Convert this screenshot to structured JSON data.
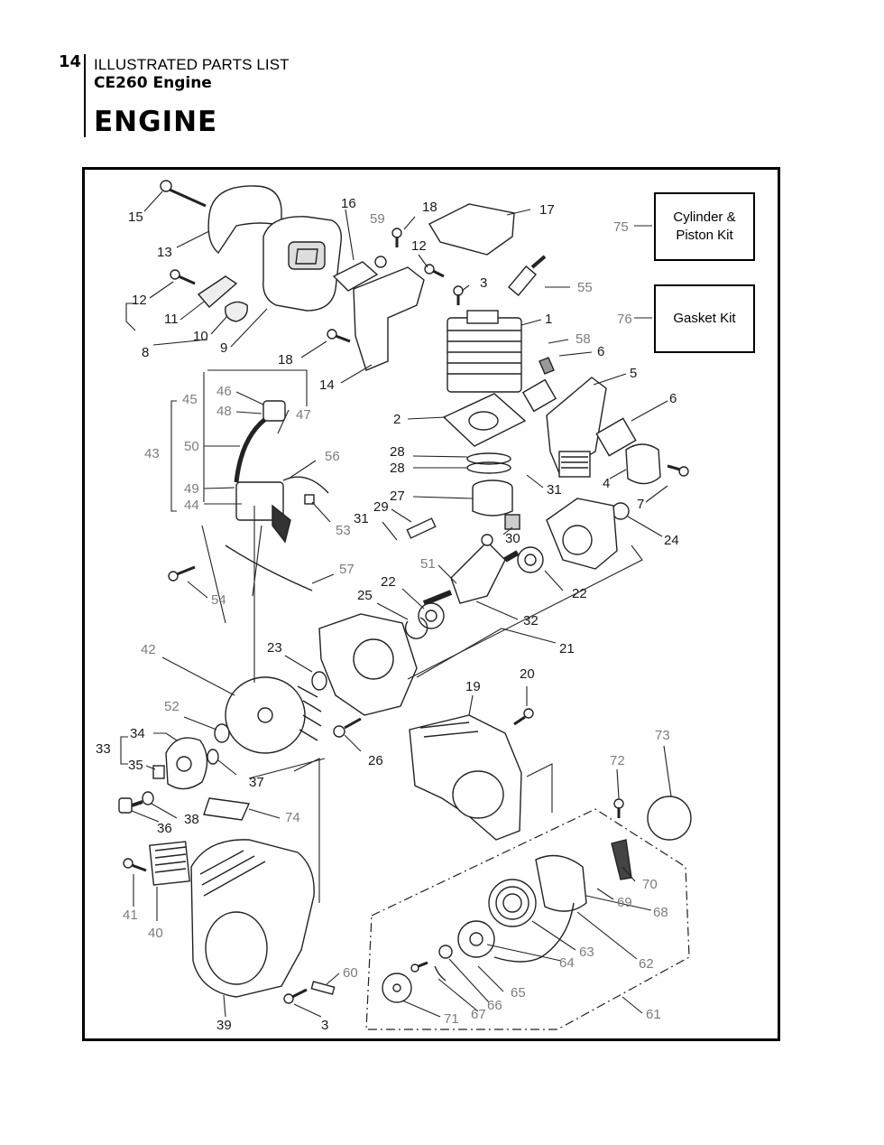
{
  "header": {
    "page_number": "14",
    "section": "ILLUSTRATED PARTS LIST",
    "model": "CE260 Engine",
    "title": "ENGINE"
  },
  "kits": [
    {
      "ref": "75",
      "label": "Cylinder & Piston Kit"
    },
    {
      "ref": "76",
      "label": "Gasket Kit"
    }
  ],
  "callouts": [
    {
      "id": "c15",
      "text": "15",
      "tone": "black"
    },
    {
      "id": "c13",
      "text": "13",
      "tone": "black"
    },
    {
      "id": "c12a",
      "text": "12",
      "tone": "black"
    },
    {
      "id": "c11",
      "text": "11",
      "tone": "black"
    },
    {
      "id": "c10",
      "text": "10",
      "tone": "black"
    },
    {
      "id": "c8",
      "text": "8",
      "tone": "black"
    },
    {
      "id": "c9",
      "text": "9",
      "tone": "black"
    },
    {
      "id": "c16",
      "text": "16",
      "tone": "black"
    },
    {
      "id": "c59",
      "text": "59",
      "tone": "gray"
    },
    {
      "id": "c18a",
      "text": "18",
      "tone": "black"
    },
    {
      "id": "c17",
      "text": "17",
      "tone": "black"
    },
    {
      "id": "c12b",
      "text": "12",
      "tone": "black"
    },
    {
      "id": "c3a",
      "text": "3",
      "tone": "black"
    },
    {
      "id": "c55",
      "text": "55",
      "tone": "gray"
    },
    {
      "id": "c1",
      "text": "1",
      "tone": "black"
    },
    {
      "id": "c58",
      "text": "58",
      "tone": "gray"
    },
    {
      "id": "c6a",
      "text": "6",
      "tone": "black"
    },
    {
      "id": "c5",
      "text": "5",
      "tone": "black"
    },
    {
      "id": "c6b",
      "text": "6",
      "tone": "black"
    },
    {
      "id": "c18b",
      "text": "18",
      "tone": "black"
    },
    {
      "id": "c14",
      "text": "14",
      "tone": "black"
    },
    {
      "id": "c45",
      "text": "45",
      "tone": "gray"
    },
    {
      "id": "c46",
      "text": "46",
      "tone": "gray"
    },
    {
      "id": "c48",
      "text": "48",
      "tone": "gray"
    },
    {
      "id": "c47",
      "text": "47",
      "tone": "gray"
    },
    {
      "id": "c43",
      "text": "43",
      "tone": "gray"
    },
    {
      "id": "c50",
      "text": "50",
      "tone": "gray"
    },
    {
      "id": "c49",
      "text": "49",
      "tone": "gray"
    },
    {
      "id": "c44",
      "text": "44",
      "tone": "gray"
    },
    {
      "id": "c56",
      "text": "56",
      "tone": "gray"
    },
    {
      "id": "c2",
      "text": "2",
      "tone": "black"
    },
    {
      "id": "c28a",
      "text": "28",
      "tone": "black"
    },
    {
      "id": "c28b",
      "text": "28",
      "tone": "black"
    },
    {
      "id": "c27",
      "text": "27",
      "tone": "black"
    },
    {
      "id": "c31a",
      "text": "31",
      "tone": "black"
    },
    {
      "id": "c4",
      "text": "4",
      "tone": "black"
    },
    {
      "id": "c7",
      "text": "7",
      "tone": "black"
    },
    {
      "id": "c29",
      "text": "29",
      "tone": "black"
    },
    {
      "id": "c31b",
      "text": "31",
      "tone": "black"
    },
    {
      "id": "c53",
      "text": "53",
      "tone": "gray"
    },
    {
      "id": "c30",
      "text": "30",
      "tone": "black"
    },
    {
      "id": "c24",
      "text": "24",
      "tone": "black"
    },
    {
      "id": "c57",
      "text": "57",
      "tone": "gray"
    },
    {
      "id": "c51",
      "text": "51",
      "tone": "gray"
    },
    {
      "id": "c22a",
      "text": "22",
      "tone": "black"
    },
    {
      "id": "c22b",
      "text": "22",
      "tone": "black"
    },
    {
      "id": "c25",
      "text": "25",
      "tone": "black"
    },
    {
      "id": "c54",
      "text": "54",
      "tone": "gray"
    },
    {
      "id": "c32",
      "text": "32",
      "tone": "black"
    },
    {
      "id": "c42",
      "text": "42",
      "tone": "gray"
    },
    {
      "id": "c23",
      "text": "23",
      "tone": "black"
    },
    {
      "id": "c21",
      "text": "21",
      "tone": "black"
    },
    {
      "id": "c20",
      "text": "20",
      "tone": "black"
    },
    {
      "id": "c19",
      "text": "19",
      "tone": "black"
    },
    {
      "id": "c52",
      "text": "52",
      "tone": "gray"
    },
    {
      "id": "c34",
      "text": "34",
      "tone": "black"
    },
    {
      "id": "c33",
      "text": "33",
      "tone": "black"
    },
    {
      "id": "c35",
      "text": "35",
      "tone": "black"
    },
    {
      "id": "c26",
      "text": "26",
      "tone": "black"
    },
    {
      "id": "c37",
      "text": "37",
      "tone": "black"
    },
    {
      "id": "c73",
      "text": "73",
      "tone": "gray"
    },
    {
      "id": "c72",
      "text": "72",
      "tone": "gray"
    },
    {
      "id": "c36",
      "text": "36",
      "tone": "black"
    },
    {
      "id": "c38",
      "text": "38",
      "tone": "black"
    },
    {
      "id": "c74",
      "text": "74",
      "tone": "gray"
    },
    {
      "id": "c70",
      "text": "70",
      "tone": "gray"
    },
    {
      "id": "c69",
      "text": "69",
      "tone": "gray"
    },
    {
      "id": "c68",
      "text": "68",
      "tone": "gray"
    },
    {
      "id": "c41",
      "text": "41",
      "tone": "gray"
    },
    {
      "id": "c40",
      "text": "40",
      "tone": "gray"
    },
    {
      "id": "c63",
      "text": "63",
      "tone": "gray"
    },
    {
      "id": "c64",
      "text": "64",
      "tone": "gray"
    },
    {
      "id": "c62",
      "text": "62",
      "tone": "gray"
    },
    {
      "id": "c60",
      "text": "60",
      "tone": "gray"
    },
    {
      "id": "c65",
      "text": "65",
      "tone": "gray"
    },
    {
      "id": "c66",
      "text": "66",
      "tone": "gray"
    },
    {
      "id": "c67",
      "text": "67",
      "tone": "gray"
    },
    {
      "id": "c71",
      "text": "71",
      "tone": "gray"
    },
    {
      "id": "c61",
      "text": "61",
      "tone": "gray"
    },
    {
      "id": "c39",
      "text": "39",
      "tone": "black"
    },
    {
      "id": "c3b",
      "text": "3",
      "tone": "black"
    }
  ]
}
